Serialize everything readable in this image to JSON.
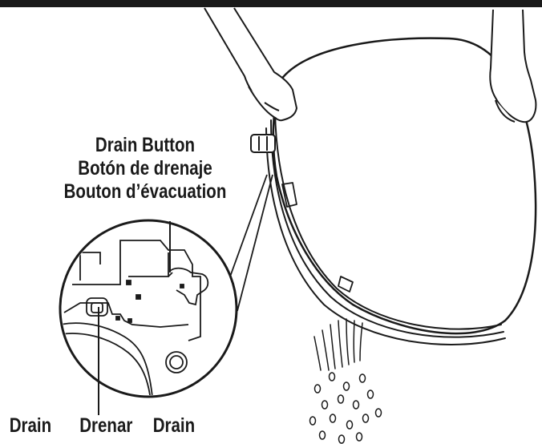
{
  "labels": {
    "drain_button": [
      "Drain Button",
      "Botón de drenaje",
      "Bouton d’évacuation"
    ],
    "drain": [
      "Drain",
      "Drenar",
      "Drain"
    ]
  },
  "colors": {
    "ink": "#1a1a1a",
    "background": "#ffffff"
  },
  "icons": [
    "water-drop-icon",
    "water-spray-icon",
    "hand-icon",
    "drain-button-icon"
  ]
}
